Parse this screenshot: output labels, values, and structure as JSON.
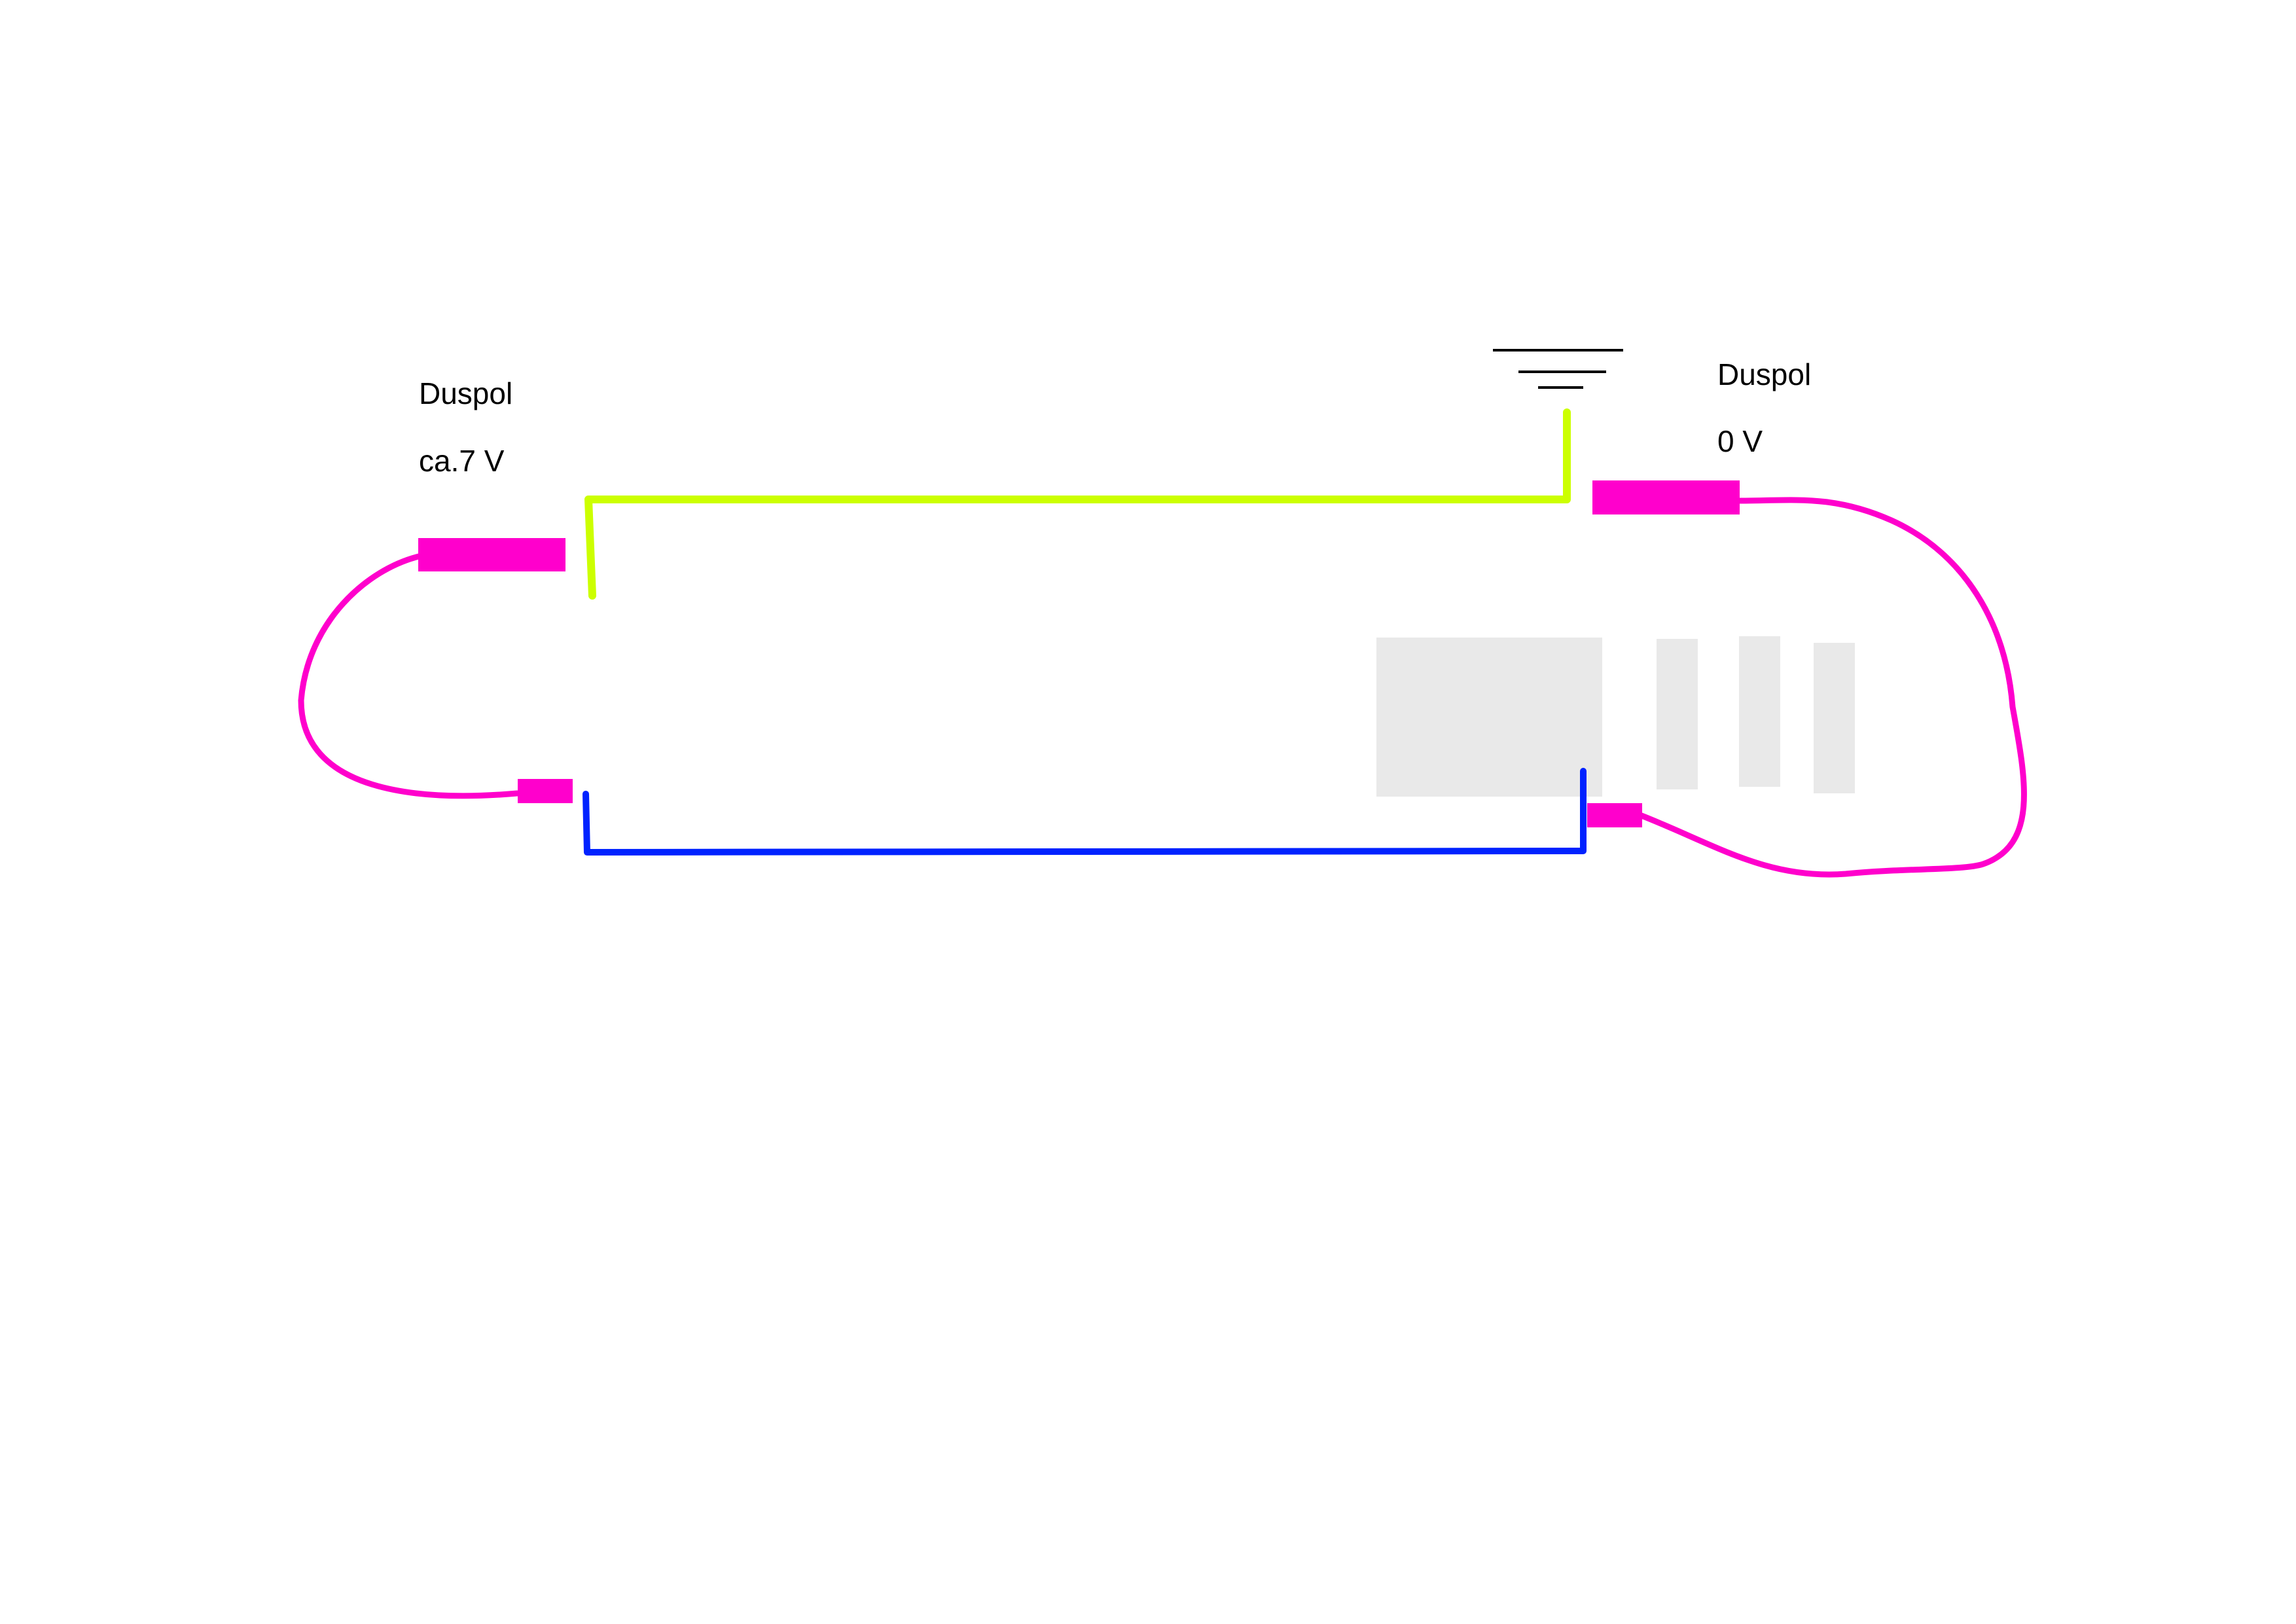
{
  "labels": {
    "left_title": "Duspol",
    "left_voltage": "ca.7 V",
    "right_title": "Duspol",
    "right_voltage": "0 V"
  },
  "colors": {
    "probe": "#ff00cc",
    "wire_yellow": "#ccff00",
    "wire_blue": "#0022ff",
    "ground": "#000000",
    "device_block": "#e9e9e9"
  },
  "icons": [
    "ground-symbol"
  ]
}
